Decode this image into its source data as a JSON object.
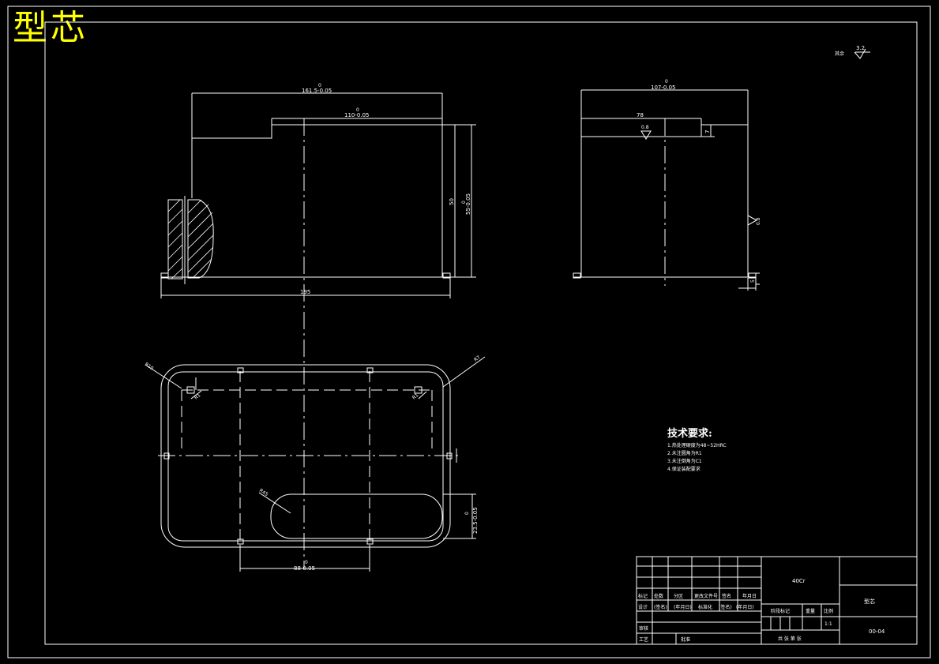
{
  "title": "型芯",
  "roughness": {
    "label": "其余",
    "value": "3.2"
  },
  "front_view": {
    "dim_top_outer": {
      "upper": "0",
      "lower": "161.5-0.05"
    },
    "dim_top_inner": {
      "upper": "0",
      "lower": "110-0.05"
    },
    "dim_right_a": "50",
    "dim_right_b": {
      "upper": "0",
      "lower": "55-0.05"
    },
    "dim_bottom": "195"
  },
  "side_view": {
    "dim_top": {
      "upper": "0",
      "lower": "107-0.05"
    },
    "dim_78": "78",
    "dim_7": "7",
    "roughness_a": "0.8",
    "roughness_b": "0.8",
    "dim_5": "5"
  },
  "plan_view": {
    "r10": "R10",
    "r7": "R7",
    "r1_left": "R1",
    "r1_right": "R1",
    "r45": "R45",
    "dim_right": {
      "upper": "0",
      "lower": "23.5-0.05"
    },
    "dim_bottom": {
      "upper": "0",
      "lower": "88-0.05"
    }
  },
  "tech": {
    "heading": "技术要求:",
    "items": [
      "1.热处理硬度为48~52HRC",
      "2.未注圆角为R1",
      "3.未注倒角为C1",
      "4.保证装配要求"
    ]
  },
  "title_block": {
    "material": "40Cr",
    "part_name": "型芯",
    "drawing_no": "00-04",
    "row_labels": [
      "标记",
      "处数",
      "分区",
      "更改文件号",
      "签名",
      "年月日"
    ],
    "row_design": [
      "设计",
      "(签名)",
      "(年月日)",
      "标准化",
      "(签名)",
      "(年月日)"
    ],
    "reviewer": "审核",
    "process": "工艺",
    "approve": "批准",
    "stage_label": "阶段标记",
    "weight_label": "重量",
    "scale_label": "比例",
    "scale": "1:1",
    "sheets": "共 张 第 张"
  }
}
